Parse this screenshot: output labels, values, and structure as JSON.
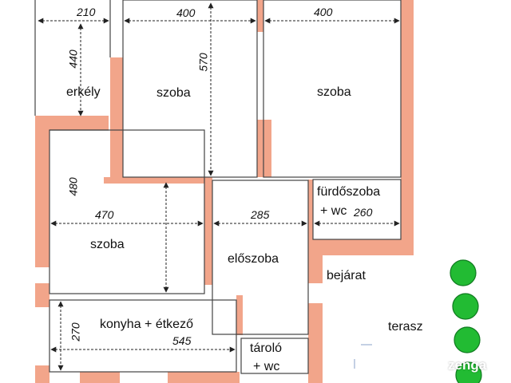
{
  "colors": {
    "wall": "#f2a58a",
    "line": "#444444",
    "tree": "#22bb33",
    "tree_stroke": "#0f7a1f"
  },
  "rooms": {
    "erkely": "erkély",
    "szoba_top_left": "szoba",
    "szoba_top_right": "szoba",
    "szoba_mid": "szoba",
    "furdoszoba_1": "fürdőszoba",
    "furdoszoba_2": "+ wc",
    "eloszoba": "előszoba",
    "konyha": "konyha + étkező",
    "tarolo_1": "tároló",
    "tarolo_2": "+ wc",
    "bejarat": "bejárat",
    "terasz": "terasz"
  },
  "dimensions": {
    "erkely_width": "210",
    "erkely_height": "440",
    "room_top_left_width": "400",
    "room_top_left_height": "570",
    "room_top_right_width": "400",
    "room_mid_width": "470",
    "room_mid_height": "480",
    "hall_width": "285",
    "bath_width": "260",
    "kitchen_height": "270",
    "kitchen_width": "545"
  },
  "watermark": {
    "text": "zenga",
    "icon": "zenga-logo-icon"
  }
}
